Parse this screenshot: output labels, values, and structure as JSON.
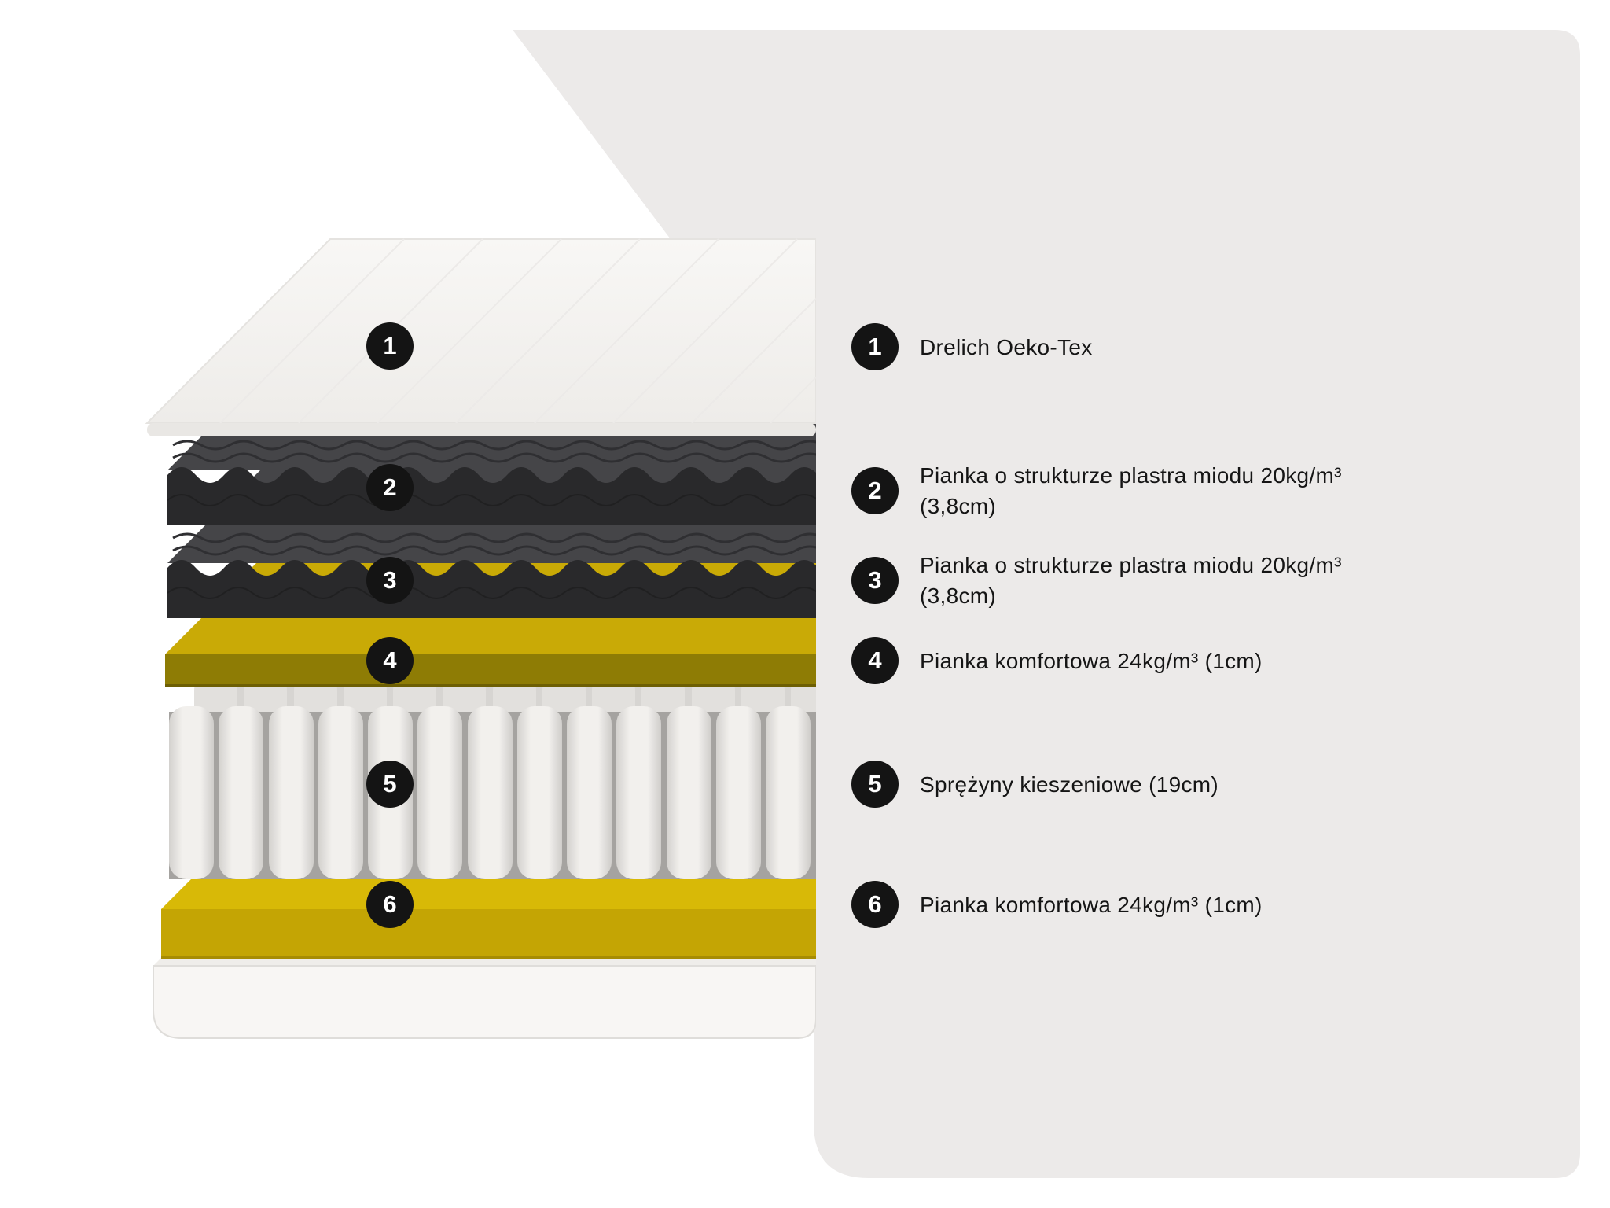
{
  "legend": {
    "items": [
      {
        "num": "1",
        "lines": [
          "Drelich Oeko-Tex"
        ]
      },
      {
        "num": "2",
        "lines": [
          "Pianka o strukturze plastra miodu 20kg/m³",
          "(3,8cm)"
        ]
      },
      {
        "num": "3",
        "lines": [
          "Pianka o strukturze plastra miodu 20kg/m³",
          "(3,8cm)"
        ]
      },
      {
        "num": "4",
        "lines": [
          "Pianka komfortowa 24kg/m³ (1cm)"
        ]
      },
      {
        "num": "5",
        "lines": [
          "Sprężyny kieszeniowe (19cm)"
        ]
      },
      {
        "num": "6",
        "lines": [
          "Pianka komfortowa 24kg/m³ (1cm)"
        ]
      }
    ]
  },
  "diagram": {
    "badges": [
      "1",
      "2",
      "3",
      "4",
      "5",
      "6"
    ]
  },
  "colors": {
    "page_background": "#ffffff",
    "panel_background": "#ECEAE9",
    "badge": "#141414",
    "cover_top": "#F6F4F2",
    "cover_front": "#E9E7E4",
    "foam_top": "#454548",
    "foam_front": "#29292B",
    "yellow4_top": "#C9AA06",
    "yellow4_front": "#8E7C05",
    "yellow6_top": "#D8B907",
    "yellow6_front": "#C4A504",
    "spring_pocket": "#F1EFEC",
    "spring_shadow": "#A5A3A0"
  }
}
